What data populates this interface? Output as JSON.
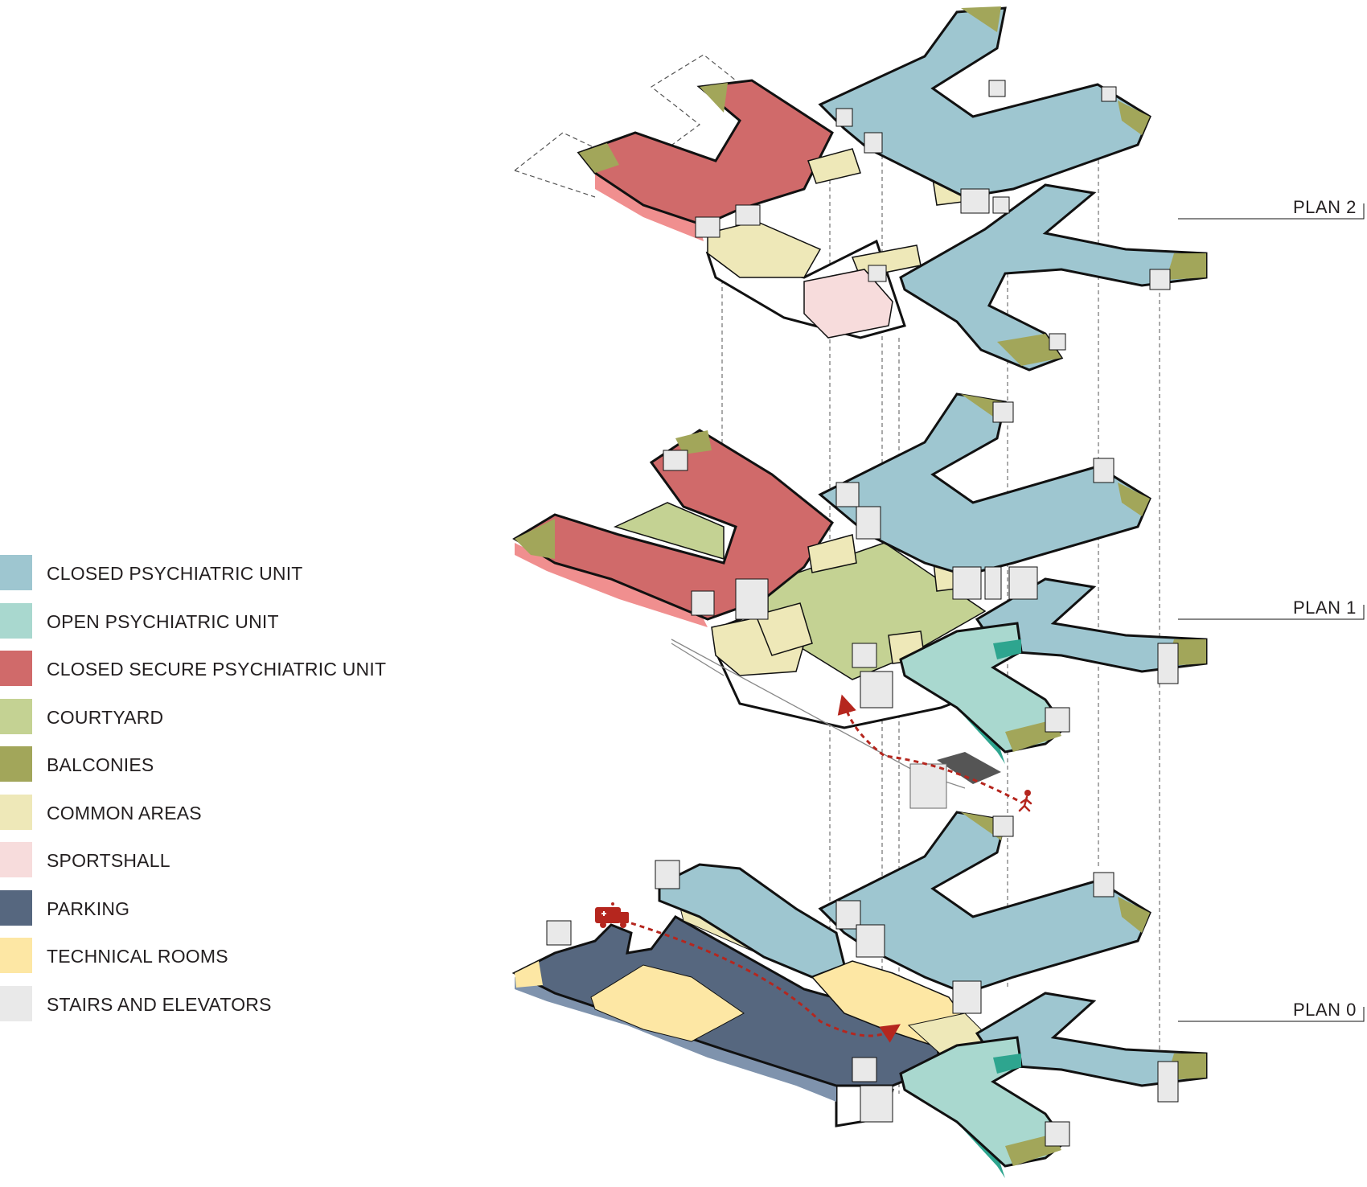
{
  "legend": [
    {
      "label": "CLOSED PSYCHIATRIC UNIT",
      "color": "#9ec6d0"
    },
    {
      "label": "OPEN PSYCHIATRIC UNIT",
      "color": "#a9d8cf"
    },
    {
      "label": "CLOSED SECURE PSYCHIATRIC UNIT",
      "color": "#d06a6a"
    },
    {
      "label": "COURTYARD",
      "color": "#c4d293"
    },
    {
      "label": "BALCONIES",
      "color": "#a2a65a"
    },
    {
      "label": "COMMON AREAS",
      "color": "#eee8b8"
    },
    {
      "label": "SPORTSHALL",
      "color": "#f7dcdc"
    },
    {
      "label": "PARKING",
      "color": "#56677f"
    },
    {
      "label": "TECHNICAL ROOMS",
      "color": "#fde7a4"
    },
    {
      "label": "STAIRS AND ELEVATORS",
      "color": "#e9e9e9"
    }
  ],
  "plans": {
    "plan2": "PLAN 2",
    "plan1": "PLAN 1",
    "plan0": "PLAN 0"
  },
  "colors": {
    "closed": "#9ec6d0",
    "closed_side": "#7fa9b6",
    "open": "#a9d8cf",
    "open_side": "#2ea58f",
    "secure": "#d06a6a",
    "secure_side": "#f08f8f",
    "courtyard": "#c4d293",
    "balcony": "#a2a65a",
    "balcony_side": "#c9cf45",
    "common": "#eee8b8",
    "common_side": "#d6cda0",
    "sports": "#f7dcdc",
    "parking": "#56677f",
    "parking_side": "#7f93ad",
    "technical": "#fde7a4",
    "stairs": "#e9e9e9",
    "route": "#b5261e"
  },
  "icons": {
    "ambulance": "ambulance-icon",
    "pedestrian": "pedestrian-icon"
  }
}
